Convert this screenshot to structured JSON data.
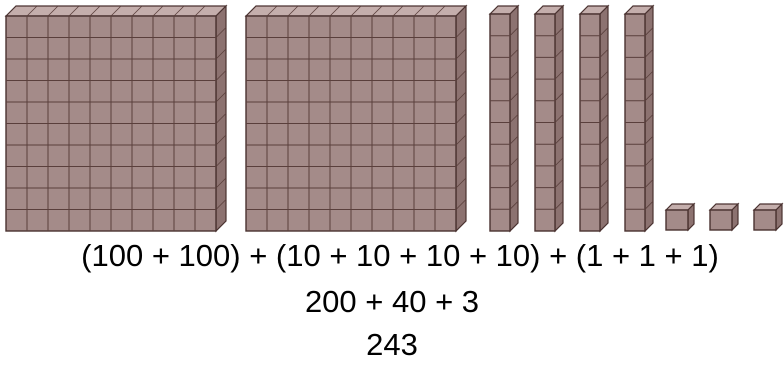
{
  "colors": {
    "cube_face": "#a48b89",
    "cube_top": "#c4aeac",
    "cube_side": "#8c7270",
    "grid_line": "#5a3f3c",
    "outline": "#4a3230",
    "text": "#000000"
  },
  "blocks": {
    "hundreds": {
      "count": 2,
      "value": 100
    },
    "tens": {
      "count": 4,
      "value": 10
    },
    "ones": {
      "count": 3,
      "value": 1
    }
  },
  "equation": {
    "expanded": "(100 + 100) + (10 + 10 + 10 + 10) + (1 + 1 + 1)",
    "grouped": "200 + 40 + 3",
    "total": "243"
  }
}
